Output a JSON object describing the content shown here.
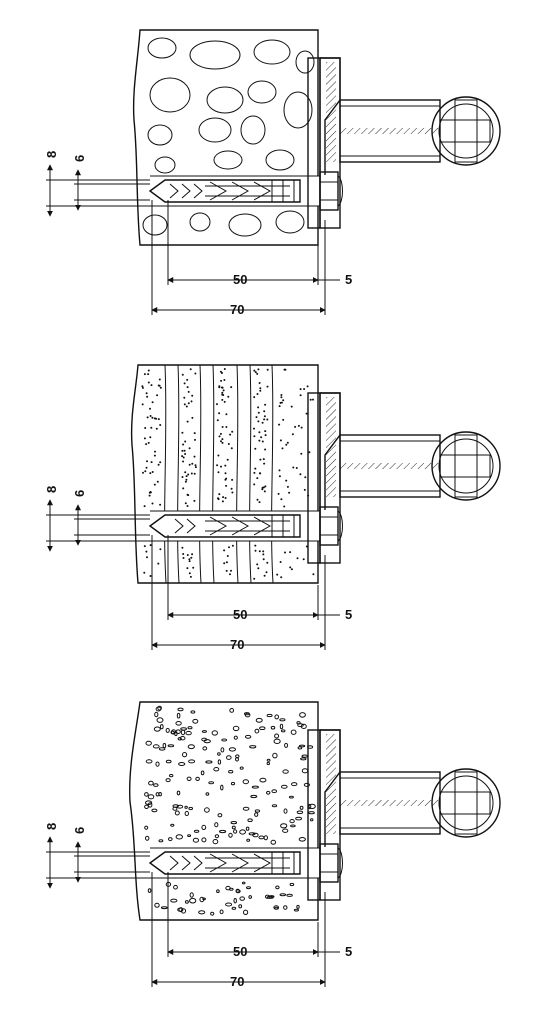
{
  "panels": [
    {
      "wall": "perforated stone",
      "dims": {
        "d_outer": "8",
        "d_inner": "6",
        "depth": "50",
        "gap": "5",
        "total": "70"
      }
    },
    {
      "wall": "hollow brick",
      "dims": {
        "d_outer": "8",
        "d_inner": "6",
        "depth": "50",
        "gap": "5",
        "total": "70"
      }
    },
    {
      "wall": "solid concrete",
      "dims": {
        "d_outer": "8",
        "d_inner": "6",
        "depth": "50",
        "gap": "5",
        "total": "70"
      }
    }
  ]
}
